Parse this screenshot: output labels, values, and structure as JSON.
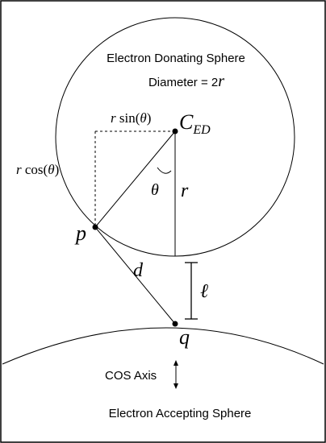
{
  "labels": {
    "donating_sphere": "Electron Donating Sphere",
    "diameter_prefix": "Diameter = 2",
    "diameter_var": "r",
    "r_sin_r": "r",
    "r_sin_fn": " sin(",
    "r_sin_theta": "θ",
    "r_sin_close": ")",
    "r_cos_r": "r",
    "r_cos_fn": " cos(",
    "r_cos_theta": "θ",
    "r_cos_close": ")",
    "center_main": "C",
    "center_sub": "ED",
    "theta": "θ",
    "radius": "r",
    "point_p": "p",
    "distance_d": "d",
    "gap_l": "ℓ",
    "point_q": "q",
    "cos_axis": "COS Axis",
    "accepting_sphere": "Electron Accepting Sphere"
  }
}
